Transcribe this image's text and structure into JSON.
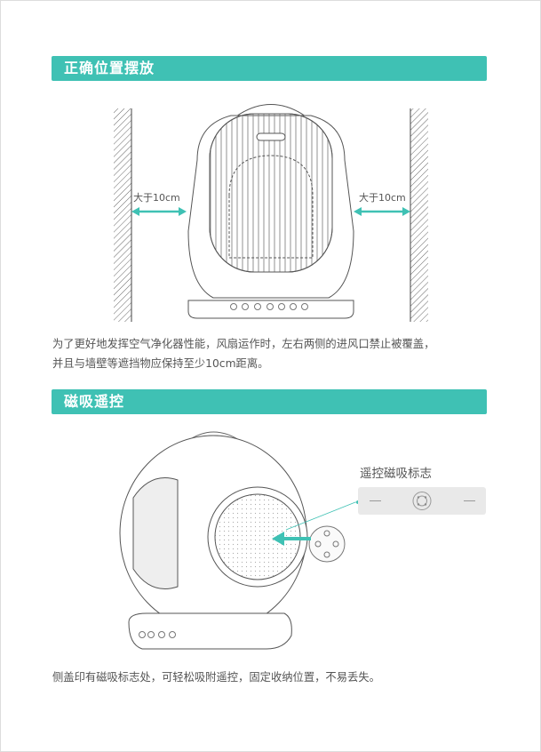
{
  "section1": {
    "title": "正确位置摆放",
    "left_distance_label": "大于10cm",
    "right_distance_label": "大于10cm",
    "description_lines": [
      "为了更好地发挥空气净化器性能，风扇运作时，左右两侧的进风口禁止被覆盖，",
      "并且与墙壁等遮挡物应保持至少10cm距离。"
    ]
  },
  "section2": {
    "title": "磁吸遥控",
    "mark_label": "遥控磁吸标志",
    "description": "侧盖印有磁吸标志处，可轻松吸附遥控，固定收纳位置，不易丢失。"
  },
  "colors": {
    "accent": "#3fc1b4",
    "text": "#555555"
  }
}
